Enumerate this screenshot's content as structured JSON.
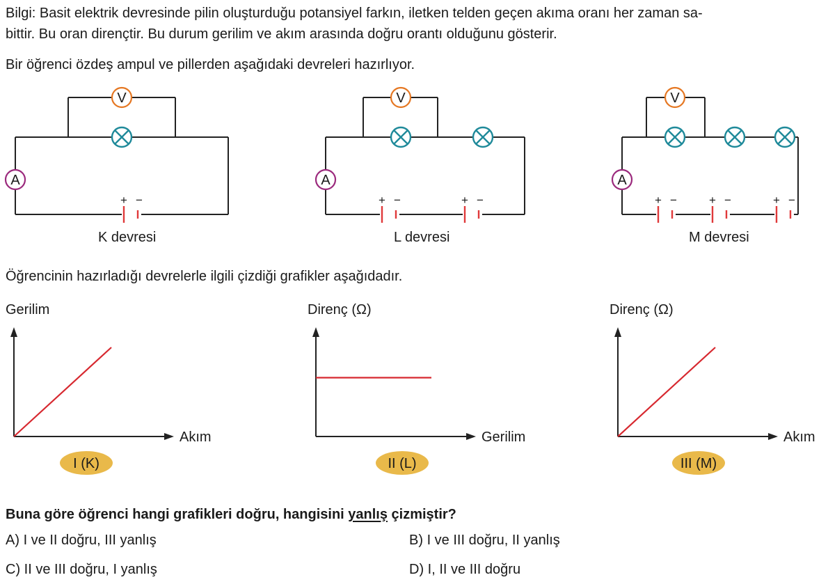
{
  "info": {
    "line1": "Bilgi: Basit elektrik devresinde pilin oluşturduğu potansiyel farkın, iletken telden geçen akıma oranı her zaman sa-",
    "line2": "bittir. Bu oran dirençtir. Bu durum gerilim ve akım arasında doğru orantı olduğunu gösterir."
  },
  "setup_text": "Bir öğrenci özdeş ampul ve pillerden aşağıdaki devreleri hazırlıyor.",
  "circuits": [
    {
      "name": "K devresi",
      "voltmeter": "V",
      "ammeter": "A",
      "lamps": 1,
      "cells": 1
    },
    {
      "name": "L devresi",
      "voltmeter": "V",
      "ammeter": "A",
      "lamps": 2,
      "cells": 2
    },
    {
      "name": "M devresi",
      "voltmeter": "V",
      "ammeter": "A",
      "lamps": 3,
      "cells": 3
    }
  ],
  "battery_signs": {
    "plus": "+",
    "minus": "−"
  },
  "graphs_intro": "Öğrencinin hazırladığı devrelerle ilgili çizdiği grafikler aşağıdadır.",
  "chart_data": [
    {
      "type": "line",
      "ylabel": "Gerilim",
      "xlabel": "Akım",
      "tag": "I (K)",
      "shape": "proportional",
      "x": [
        0,
        1
      ],
      "y": [
        0,
        1
      ]
    },
    {
      "type": "line",
      "ylabel": "Direnç (Ω)",
      "xlabel": "Gerilim",
      "tag": "II (L)",
      "shape": "constant",
      "x": [
        0,
        1
      ],
      "y": [
        0.5,
        0.5
      ]
    },
    {
      "type": "line",
      "ylabel": "Direnç (Ω)",
      "xlabel": "Akım",
      "tag": "III (M)",
      "shape": "proportional",
      "x": [
        0,
        1
      ],
      "y": [
        0,
        1
      ]
    }
  ],
  "question": {
    "before": "Buna göre öğrenci hangi grafikleri doğru, hangisini ",
    "underlined": "yanlış",
    "after": " çizmiştir?"
  },
  "options": [
    {
      "letter": "A)",
      "text": "I ve II doğru, III yanlış"
    },
    {
      "letter": "B)",
      "text": "I ve III doğru, II yanlış"
    },
    {
      "letter": "C)",
      "text": "II ve III doğru, I yanlış"
    },
    {
      "letter": "D)",
      "text": "I, II ve III doğru"
    }
  ],
  "colors": {
    "wire": "#222222",
    "voltmeter": "#e57722",
    "ammeter": "#9b2a7d",
    "lamp": "#1f8a9a",
    "battery": "#e0393a",
    "plot_line": "#d7282f",
    "tag_fill": "#e9b94a"
  }
}
